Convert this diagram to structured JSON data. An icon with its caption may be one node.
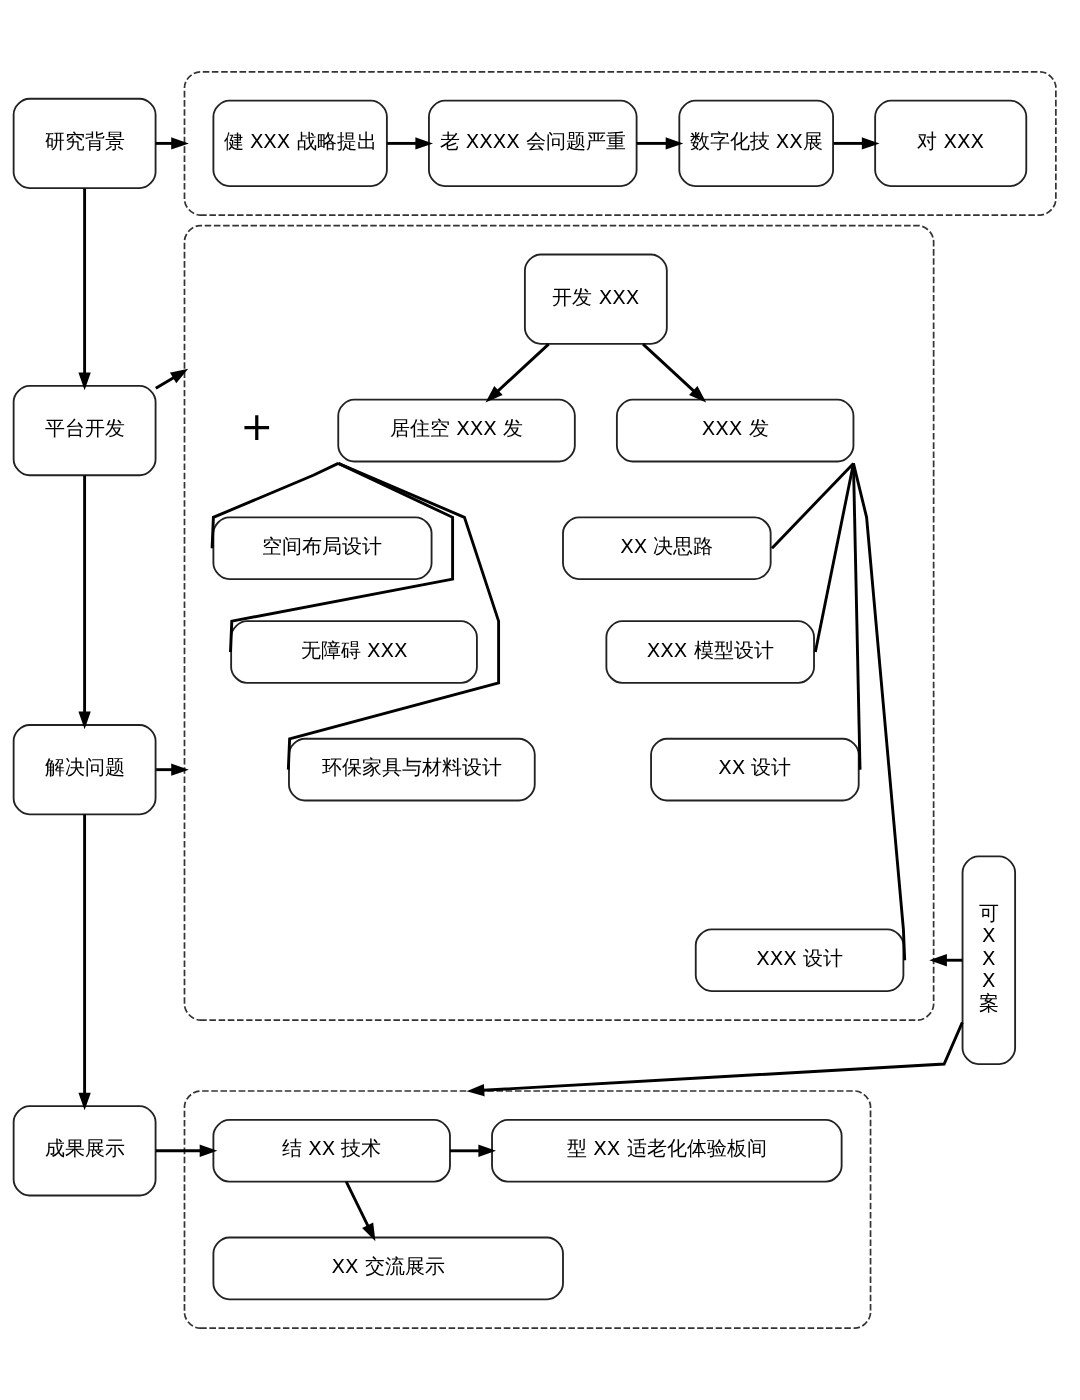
{
  "diagram": {
    "nodes": [
      {
        "text": [
          "研究背景"
        ]
      },
      {
        "text": [],
        "shape": "box"
      },
      {
        "text": [
          "健 XXX 战略提出"
        ],
        "in": 1
      },
      {
        "text": [
          "老 XXXX 会问题严重"
        ],
        "in": 1
      },
      {
        "text": [
          "数字化技 XX展"
        ],
        "in": 1
      },
      {
        "text": [
          "对 XXX"
        ],
        "in": 1
      },
      {
        "text": [
          "平台开发"
        ]
      },
      {
        "text": [],
        "shape": "box"
      },
      {
        "text": [
          "开发 XXX"
        ],
        "in": 7
      },
      {
        "text": [
          "居住空 XXX 发"
        ],
        "in": 7
      },
      {
        "text": [
          "XXX 发"
        ],
        "in": 7
      },
      {
        "text": [
          "空间布局设计"
        ],
        "in": 7
      },
      {
        "text": [
          "无障碍 XXX"
        ],
        "in": 7
      },
      {
        "text": [
          "环保家具与材料设计"
        ],
        "in": 7
      },
      {
        "text": [
          "XX 决思路"
        ],
        "in": 7
      },
      {
        "text": [
          "XXX 模型设计"
        ],
        "in": 7
      },
      {
        "text": [
          "XX 设计"
        ],
        "in": 7
      },
      {
        "text": [
          "XXX 设计"
        ],
        "in": 7
      },
      {
        "text": [
          "解决问题"
        ]
      },
      {
        "text": [
          "成果展示"
        ]
      },
      {
        "text": [],
        "shape": "box"
      },
      {
        "text": [
          "结 XX 技术"
        ],
        "in": 20
      },
      {
        "text": [
          "型 XX 适老化体验板间"
        ],
        "in": 20
      },
      {
        "text": [
          "XX 交流展示"
        ],
        "in": 20
      },
      {
        "text": [
          "可XXX案"
        ]
      }
    ],
    "edges": [
      {
        "from": 0,
        "to": 1,
        "arrow": "to"
      },
      {
        "from": 2,
        "to": 3,
        "arrow": "to"
      },
      {
        "from": 3,
        "to": 4,
        "arrow": "to"
      },
      {
        "from": 4,
        "to": 5,
        "arrow": "to"
      },
      {
        "from": 0,
        "to": 6,
        "arrow": "to"
      },
      {
        "from": 6,
        "to": 7,
        "arrow": "to"
      },
      {
        "from": 8,
        "to": 9,
        "arrow": "to"
      },
      {
        "from": 8,
        "to": 10,
        "arrow": "to"
      },
      {
        "from": 9,
        "to": 11,
        "arrow": "none"
      },
      {
        "from": 9,
        "to": 12,
        "arrow": "none"
      },
      {
        "from": 9,
        "to": 13,
        "arrow": "none"
      },
      {
        "from": 10,
        "to": 14,
        "arrow": "none"
      },
      {
        "from": 10,
        "to": 15,
        "arrow": "none"
      },
      {
        "from": 10,
        "to": 16,
        "arrow": "none"
      },
      {
        "from": 10,
        "to": 17,
        "arrow": "none"
      },
      {
        "from": 6,
        "to": 18,
        "arrow": "to"
      },
      {
        "from": 18,
        "to": 7,
        "arrow": "to"
      },
      {
        "from": 18,
        "to": 19,
        "arrow": "to"
      },
      {
        "from": 19,
        "to": 21,
        "arrow": "to"
      },
      {
        "from": 21,
        "to": 22,
        "arrow": "to"
      },
      {
        "from": 21,
        "to": 23,
        "arrow": "to"
      },
      {
        "from": 24,
        "to": 7,
        "arrow": "to"
      },
      {
        "from": 24,
        "to": 20,
        "arrow": "to"
      }
    ],
    "labels": [
      "+"
    ]
  }
}
